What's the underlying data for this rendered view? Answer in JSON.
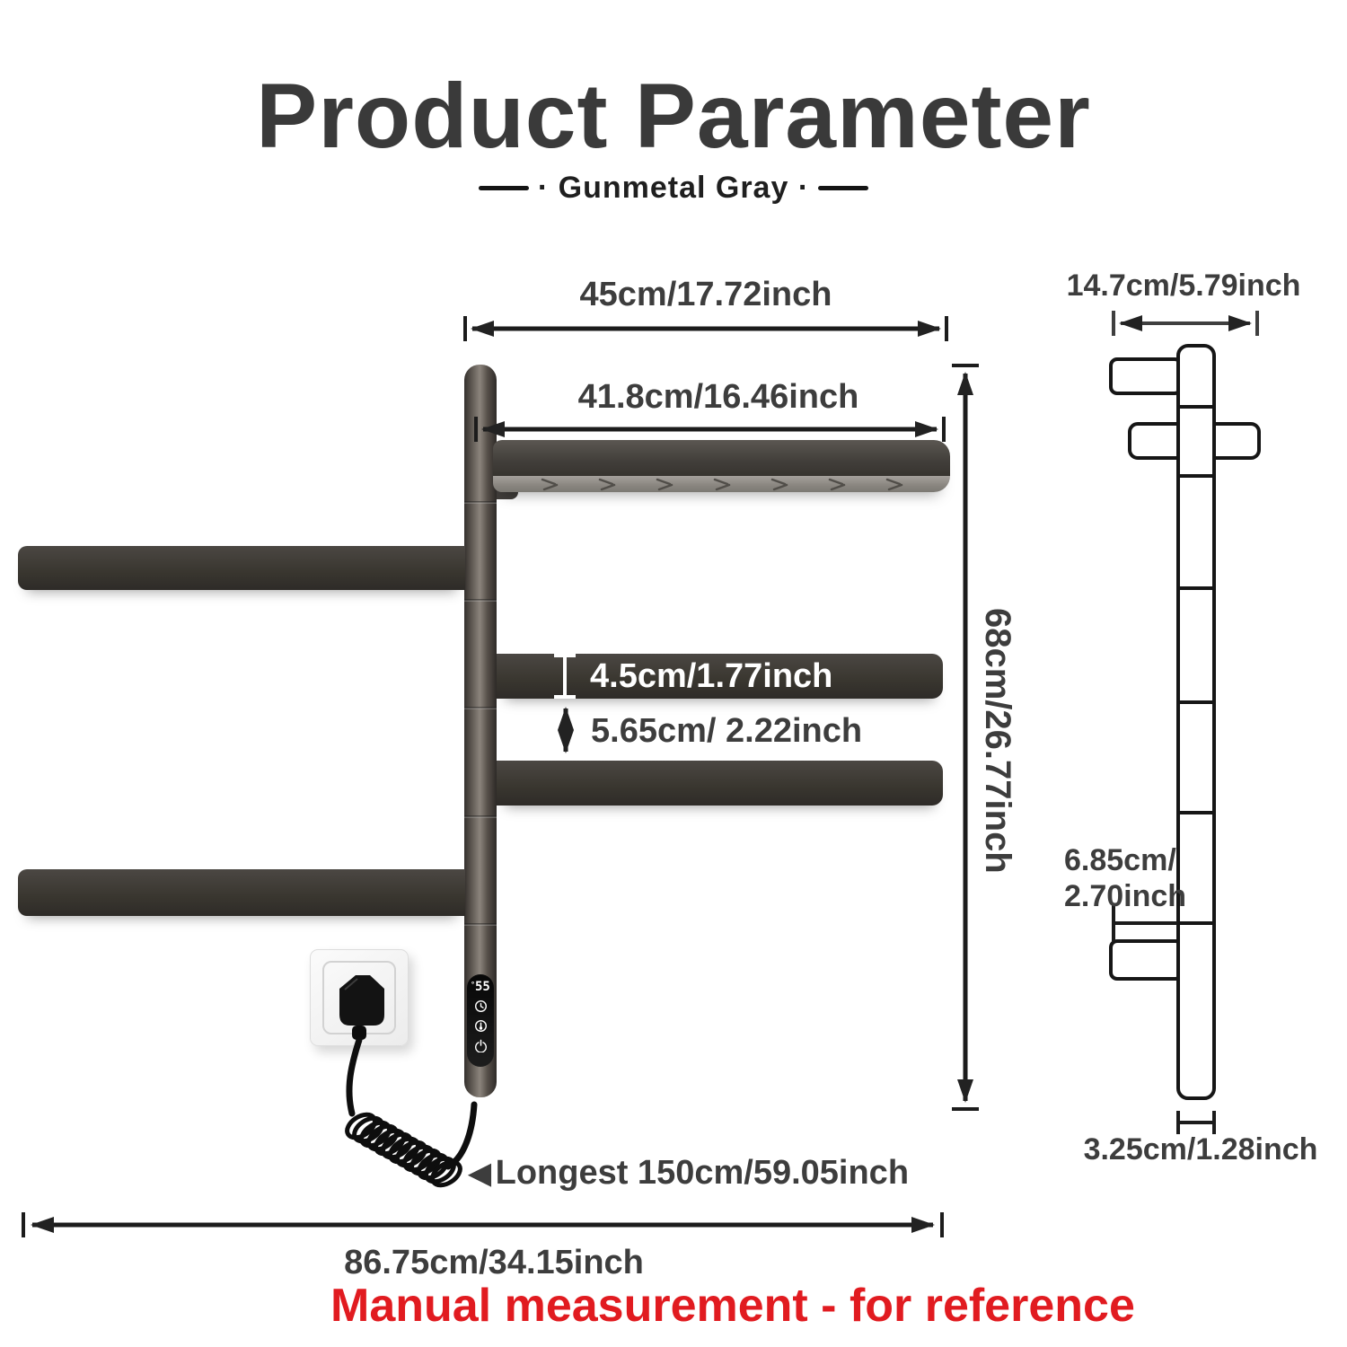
{
  "header": {
    "title": "Product Parameter",
    "subtitle": "· Gunmetal Gray ·"
  },
  "front_view": {
    "dim_top_width": "45cm/17.72inch",
    "dim_shelf_width": "41.8cm/16.46inch",
    "dim_height": "68cm/26.77inch",
    "dim_bar_thickness": "4.5cm/1.77inch",
    "dim_bar_gap": "5.65cm/ 2.22inch",
    "cable_arrow": "◀",
    "cable_label": "Longest 150cm/59.05inch",
    "dim_total_width": "86.75cm/34.15inch",
    "display": {
      "degree_mark": "°",
      "temperature": "55"
    }
  },
  "side_view": {
    "dim_depth": "14.7cm/5.79inch",
    "dim_offset_line1": "6.85cm/",
    "dim_offset_line2": "2.70inch",
    "dim_pole_width": "3.25cm/1.28inch"
  },
  "footer": {
    "note": "Manual measurement - for reference"
  },
  "colors": {
    "accent_red": "#E11B20",
    "gunmetal": "#3B3734",
    "outline": "#161616",
    "dimension_text": "#3D3D3D"
  }
}
